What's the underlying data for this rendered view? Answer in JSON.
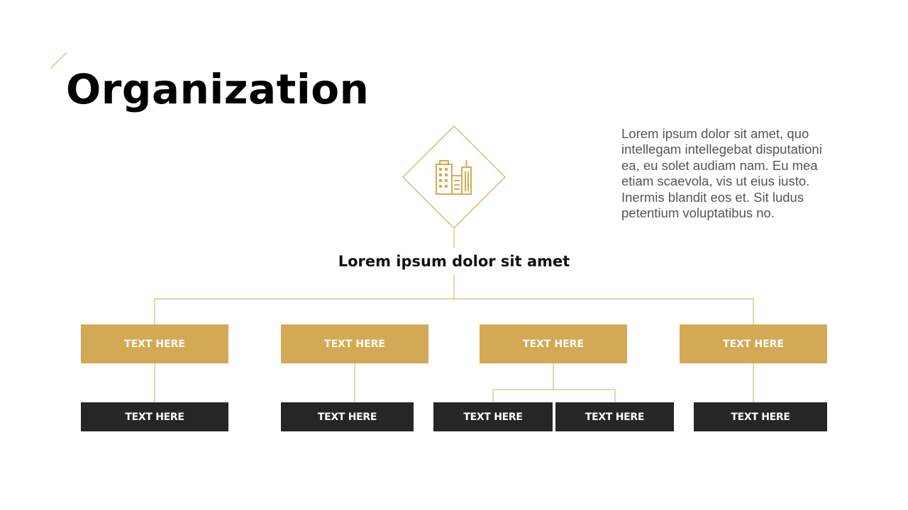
{
  "slide": {
    "title": "Organization",
    "body": "Lorem ipsum dolor sit amet, quo intellegam intellegebat disputationi ea, eu solet audiam nam. Eu mea etiam scaevola, vis ut eius iusto. Inermis blandit eos et. Sit ludus petentium voluptatibus no.",
    "subtitle": "Lorem ipsum dolor sit amet"
  },
  "icon": "building-icon",
  "colors": {
    "gold": "#d4a955",
    "dark": "#262626",
    "text": "#555555"
  },
  "level1": [
    {
      "label": "TEXT HERE"
    },
    {
      "label": "TEXT HERE"
    },
    {
      "label": "TEXT HERE"
    },
    {
      "label": "TEXT HERE"
    }
  ],
  "level2": [
    {
      "label": "TEXT HERE"
    },
    {
      "label": "TEXT HERE"
    },
    {
      "label": "TEXT HERE"
    },
    {
      "label": "TEXT HERE"
    },
    {
      "label": "TEXT HERE"
    }
  ]
}
